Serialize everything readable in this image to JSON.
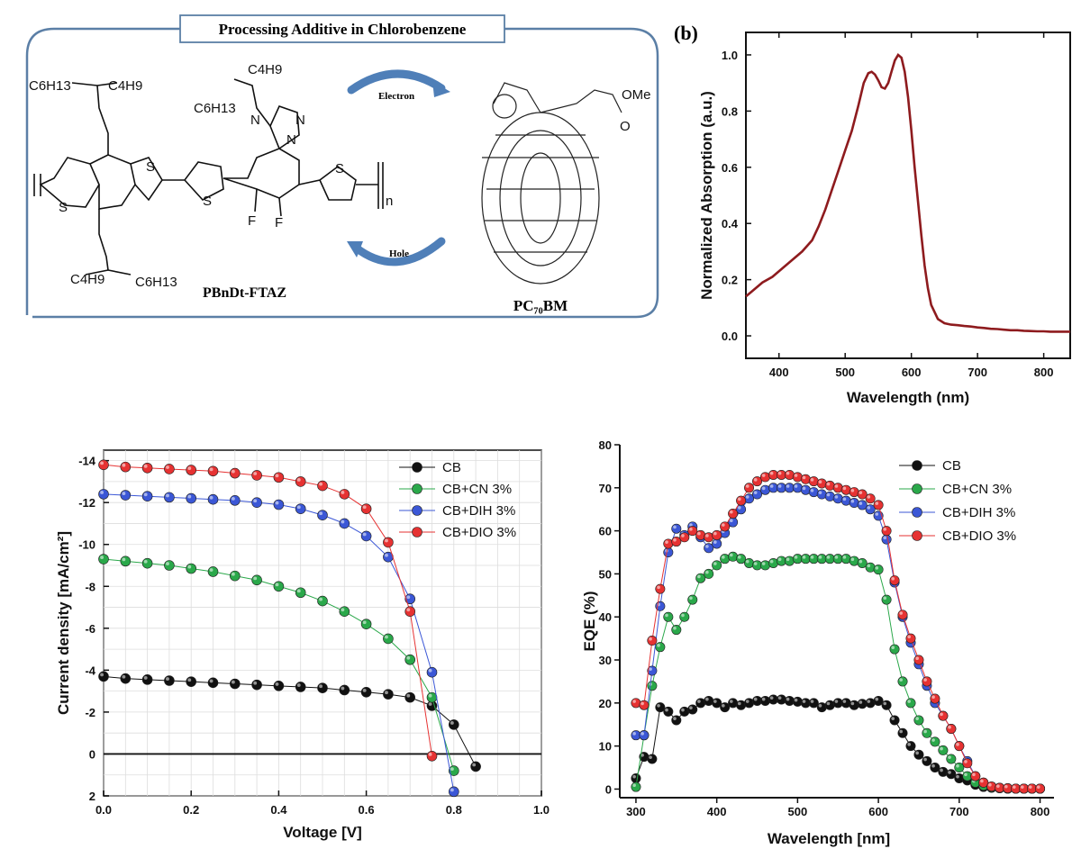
{
  "scheme": {
    "title": "Processing Additive in Chlorobenzene",
    "arrow_top": "Electron",
    "arrow_bottom": "Hole",
    "polymer_name": "PBnDt-FTAZ",
    "acceptor_name": "PC₇₀BM",
    "atom_labels": [
      "C6H13",
      "C4H9",
      "C4H9",
      "C6H13",
      "C4H9",
      "C6H13",
      "N",
      "N",
      "N",
      "S",
      "S",
      "S",
      "S",
      "F",
      "F",
      "n",
      "OMe",
      "O"
    ]
  },
  "panel_b_label": "(b)",
  "colors": {
    "absorption": "#8e1b1e",
    "CB": "#111111",
    "CN": "#2aa84a",
    "DIH": "#3b57d6",
    "DIO": "#e63232",
    "scheme_border": "#5b7fa6",
    "scheme_arrow": "#4f7fb8"
  },
  "chart_data": [
    {
      "type": "line",
      "xlabel": "Wavelength (nm)",
      "ylabel": "Normalized Absorption (a.u.)",
      "xlim": [
        350,
        840
      ],
      "ylim": [
        -0.08,
        1.08
      ],
      "xticks": [
        400,
        500,
        600,
        700,
        800
      ],
      "yticks": [
        0.0,
        0.2,
        0.4,
        0.6,
        0.8,
        1.0
      ],
      "series": [
        {
          "color": "#8e1b1e",
          "x": [
            350,
            360,
            375,
            390,
            405,
            420,
            435,
            450,
            460,
            470,
            480,
            490,
            500,
            510,
            520,
            528,
            535,
            540,
            545,
            550,
            555,
            560,
            565,
            570,
            575,
            580,
            585,
            590,
            595,
            600,
            605,
            610,
            615,
            620,
            625,
            630,
            640,
            650,
            660,
            670,
            680,
            690,
            700,
            710,
            720,
            730,
            740,
            750,
            760,
            770,
            780,
            790,
            800,
            810,
            820,
            830,
            840
          ],
          "y": [
            0.14,
            0.16,
            0.19,
            0.21,
            0.24,
            0.27,
            0.3,
            0.34,
            0.39,
            0.45,
            0.52,
            0.59,
            0.66,
            0.73,
            0.82,
            0.9,
            0.935,
            0.94,
            0.93,
            0.91,
            0.885,
            0.88,
            0.9,
            0.94,
            0.98,
            1.0,
            0.99,
            0.94,
            0.85,
            0.73,
            0.6,
            0.48,
            0.36,
            0.25,
            0.17,
            0.11,
            0.06,
            0.045,
            0.04,
            0.038,
            0.035,
            0.033,
            0.03,
            0.028,
            0.025,
            0.024,
            0.022,
            0.02,
            0.02,
            0.018,
            0.017,
            0.016,
            0.016,
            0.015,
            0.015,
            0.015,
            0.015
          ]
        }
      ]
    },
    {
      "type": "line",
      "xlabel": "Voltage [V]",
      "ylabel": "Current density [mA/cm²]",
      "xlim": [
        0.0,
        1.0
      ],
      "ylim": [
        -14.5,
        2
      ],
      "xticks": [
        0.0,
        0.2,
        0.4,
        0.6,
        0.8,
        1.0
      ],
      "yticks": [
        -14,
        -12,
        -10,
        -8,
        -6,
        -4,
        -2,
        0,
        2
      ],
      "y_reversed": true,
      "grid": true,
      "legend": "top-right",
      "series": [
        {
          "name": "CB",
          "color": "#111111",
          "x": [
            0.0,
            0.05,
            0.1,
            0.15,
            0.2,
            0.25,
            0.3,
            0.35,
            0.4,
            0.45,
            0.5,
            0.55,
            0.6,
            0.65,
            0.7,
            0.75,
            0.8,
            0.85
          ],
          "y": [
            -3.7,
            -3.6,
            -3.55,
            -3.5,
            -3.45,
            -3.4,
            -3.35,
            -3.3,
            -3.25,
            -3.2,
            -3.15,
            -3.05,
            -2.95,
            -2.85,
            -2.7,
            -2.3,
            -1.4,
            0.6
          ]
        },
        {
          "name": "CB+CN 3%",
          "color": "#2aa84a",
          "x": [
            0.0,
            0.05,
            0.1,
            0.15,
            0.2,
            0.25,
            0.3,
            0.35,
            0.4,
            0.45,
            0.5,
            0.55,
            0.6,
            0.65,
            0.7,
            0.75,
            0.8
          ],
          "y": [
            -9.3,
            -9.2,
            -9.1,
            -9.0,
            -8.85,
            -8.7,
            -8.5,
            -8.3,
            -8.0,
            -7.7,
            -7.3,
            -6.8,
            -6.2,
            -5.5,
            -4.5,
            -2.7,
            0.8
          ]
        },
        {
          "name": "CB+DIH 3%",
          "color": "#3b57d6",
          "x": [
            0.0,
            0.05,
            0.1,
            0.15,
            0.2,
            0.25,
            0.3,
            0.35,
            0.4,
            0.45,
            0.5,
            0.55,
            0.6,
            0.65,
            0.7,
            0.75,
            0.8
          ],
          "y": [
            -12.4,
            -12.35,
            -12.3,
            -12.25,
            -12.2,
            -12.15,
            -12.1,
            -12.0,
            -11.9,
            -11.7,
            -11.4,
            -11.0,
            -10.4,
            -9.4,
            -7.4,
            -3.9,
            1.8
          ]
        },
        {
          "name": "CB+DIO 3%",
          "color": "#e63232",
          "x": [
            0.0,
            0.05,
            0.1,
            0.15,
            0.2,
            0.25,
            0.3,
            0.35,
            0.4,
            0.45,
            0.5,
            0.55,
            0.6,
            0.65,
            0.7,
            0.75
          ],
          "y": [
            -13.8,
            -13.7,
            -13.65,
            -13.6,
            -13.55,
            -13.5,
            -13.4,
            -13.3,
            -13.2,
            -13.0,
            -12.8,
            -12.4,
            -11.7,
            -10.1,
            -6.8,
            0.1
          ]
        }
      ]
    },
    {
      "type": "line",
      "xlabel": "Wavelength [nm]",
      "ylabel": "EQE (%)",
      "xlim": [
        280,
        815
      ],
      "ylim": [
        -2,
        80
      ],
      "xticks": [
        300,
        400,
        500,
        600,
        700,
        800
      ],
      "yticks": [
        0,
        10,
        20,
        30,
        40,
        50,
        60,
        70,
        80
      ],
      "legend": "top-right",
      "series": [
        {
          "name": "CB",
          "color": "#111111",
          "x": [
            300,
            310,
            320,
            330,
            340,
            350,
            360,
            370,
            380,
            390,
            400,
            410,
            420,
            430,
            440,
            450,
            460,
            470,
            480,
            490,
            500,
            510,
            520,
            530,
            540,
            550,
            560,
            570,
            580,
            590,
            600,
            610,
            620,
            630,
            640,
            650,
            660,
            670,
            680,
            690,
            700,
            710,
            720,
            730,
            740,
            750,
            760,
            770,
            780,
            790,
            800
          ],
          "y": [
            2.5,
            7.5,
            7.0,
            19.0,
            18.0,
            16.0,
            18.0,
            18.5,
            20.0,
            20.5,
            20.0,
            19.0,
            20.0,
            19.5,
            20.0,
            20.5,
            20.5,
            20.8,
            20.8,
            20.5,
            20.3,
            20.0,
            20.0,
            19.0,
            19.5,
            20.0,
            20.0,
            19.5,
            19.8,
            20.0,
            20.5,
            19.5,
            16.0,
            13.0,
            10.0,
            8.0,
            6.5,
            5.0,
            4.0,
            3.5,
            2.5,
            2.0,
            1.0,
            0.5,
            0.3,
            0.2,
            0.1,
            0.1,
            0.1,
            0.1,
            0.1
          ]
        },
        {
          "name": "CB+CN 3%",
          "color": "#2aa84a",
          "x": [
            300,
            310,
            320,
            330,
            340,
            350,
            360,
            370,
            380,
            390,
            400,
            410,
            420,
            430,
            440,
            450,
            460,
            470,
            480,
            490,
            500,
            510,
            520,
            530,
            540,
            550,
            560,
            570,
            580,
            590,
            600,
            610,
            620,
            630,
            640,
            650,
            660,
            670,
            680,
            690,
            700,
            710,
            720,
            730,
            740,
            750,
            760,
            770,
            780,
            790,
            800
          ],
          "y": [
            0.5,
            12.5,
            24.0,
            33.0,
            40.0,
            37.0,
            40.0,
            44.0,
            49.0,
            50.0,
            52.0,
            53.5,
            54.0,
            53.5,
            52.5,
            52.0,
            52.0,
            52.5,
            53.0,
            53.0,
            53.5,
            53.5,
            53.5,
            53.5,
            53.5,
            53.5,
            53.5,
            53.0,
            52.5,
            51.5,
            51.0,
            44.0,
            32.5,
            25.0,
            20.0,
            16.0,
            13.0,
            11.0,
            9.0,
            7.0,
            5.0,
            3.0,
            1.5,
            0.8,
            0.4,
            0.2,
            0.1,
            0.1,
            0.1,
            0.1,
            0.1
          ]
        },
        {
          "name": "CB+DIH 3%",
          "color": "#3b57d6",
          "x": [
            300,
            310,
            320,
            330,
            340,
            350,
            360,
            370,
            380,
            390,
            400,
            410,
            420,
            430,
            440,
            450,
            460,
            470,
            480,
            490,
            500,
            510,
            520,
            530,
            540,
            550,
            560,
            570,
            580,
            590,
            600,
            610,
            620,
            630,
            640,
            650,
            660,
            670,
            680,
            690,
            700,
            710,
            720,
            730,
            740,
            750,
            760,
            770,
            780,
            790,
            800
          ],
          "y": [
            12.5,
            12.5,
            27.5,
            42.5,
            55.0,
            60.5,
            59.0,
            61.0,
            58.5,
            56.0,
            57.0,
            59.5,
            62.0,
            65.0,
            67.5,
            68.5,
            69.5,
            70.0,
            70.0,
            70.0,
            70.0,
            69.5,
            69.0,
            68.5,
            68.0,
            67.5,
            67.0,
            66.5,
            66.0,
            65.0,
            63.5,
            58.0,
            48.0,
            40.0,
            34.0,
            29.0,
            24.0,
            20.0,
            17.0,
            14.0,
            10.0,
            6.5,
            3.0,
            1.5,
            0.6,
            0.3,
            0.2,
            0.1,
            0.1,
            0.1,
            0.1
          ]
        },
        {
          "name": "CB+DIO 3%",
          "color": "#e63232",
          "x": [
            300,
            310,
            320,
            330,
            340,
            350,
            360,
            370,
            380,
            390,
            400,
            410,
            420,
            430,
            440,
            450,
            460,
            470,
            480,
            490,
            500,
            510,
            520,
            530,
            540,
            550,
            560,
            570,
            580,
            590,
            600,
            610,
            620,
            630,
            640,
            650,
            660,
            670,
            680,
            690,
            700,
            710,
            720,
            730,
            740,
            750,
            760,
            770,
            780,
            790,
            800
          ],
          "y": [
            20.0,
            19.5,
            34.5,
            46.5,
            57.0,
            57.5,
            58.5,
            60.0,
            59.0,
            58.5,
            59.0,
            61.0,
            64.0,
            67.0,
            70.0,
            71.5,
            72.5,
            73.0,
            73.0,
            73.0,
            72.5,
            72.0,
            71.5,
            71.0,
            70.5,
            70.0,
            69.5,
            69.0,
            68.5,
            67.5,
            66.0,
            60.0,
            48.5,
            40.5,
            35.0,
            30.0,
            25.0,
            21.0,
            17.0,
            14.0,
            10.0,
            6.0,
            3.0,
            1.5,
            0.6,
            0.3,
            0.2,
            0.1,
            0.1,
            0.1,
            0.1
          ]
        }
      ]
    }
  ]
}
